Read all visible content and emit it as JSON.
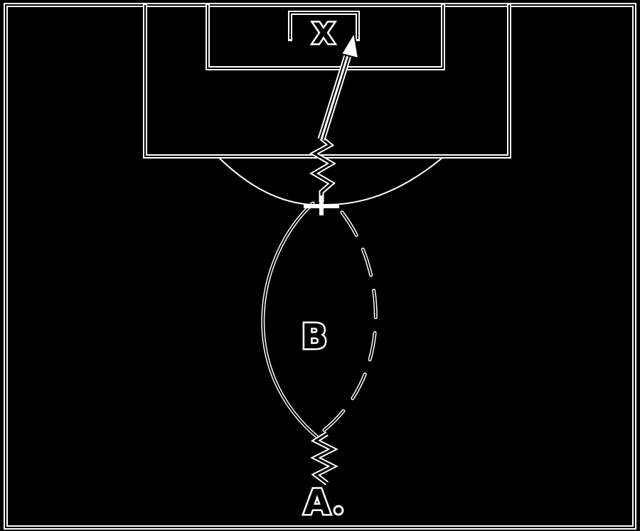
{
  "labels": {
    "target": "X",
    "player_a": "A",
    "player_b": "B"
  },
  "colors": {
    "background": "#000000",
    "lines": "#ffffff"
  }
}
